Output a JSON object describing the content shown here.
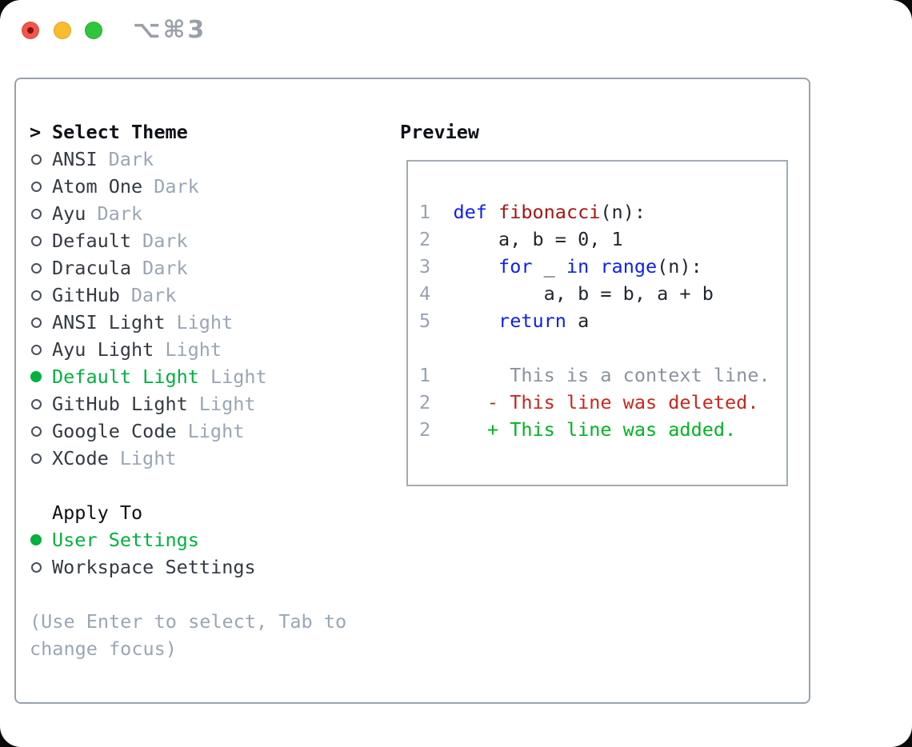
{
  "window": {
    "shortcut": "⌥⌘3",
    "traffic_lights": [
      "close",
      "minimize",
      "zoom"
    ]
  },
  "theme_selector": {
    "prompt": ">",
    "title": "Select Theme",
    "items": [
      {
        "name": "ANSI",
        "variant": "Dark",
        "selected": false
      },
      {
        "name": "Atom One",
        "variant": "Dark",
        "selected": false
      },
      {
        "name": "Ayu",
        "variant": "Dark",
        "selected": false
      },
      {
        "name": "Default",
        "variant": "Dark",
        "selected": false
      },
      {
        "name": "Dracula",
        "variant": "Dark",
        "selected": false
      },
      {
        "name": "GitHub",
        "variant": "Dark",
        "selected": false
      },
      {
        "name": "ANSI Light",
        "variant": "Light",
        "selected": false
      },
      {
        "name": "Ayu Light",
        "variant": "Light",
        "selected": false
      },
      {
        "name": "Default Light",
        "variant": "Light",
        "selected": true
      },
      {
        "name": "GitHub Light",
        "variant": "Light",
        "selected": false
      },
      {
        "name": "Google Code",
        "variant": "Light",
        "selected": false
      },
      {
        "name": "XCode",
        "variant": "Light",
        "selected": false
      }
    ],
    "apply_to": {
      "title": "Apply To",
      "options": [
        {
          "label": "User Settings",
          "selected": true
        },
        {
          "label": "Workspace Settings",
          "selected": false
        }
      ]
    },
    "help_lines": [
      "(Use Enter to select, Tab to",
      "change focus)"
    ]
  },
  "preview": {
    "title": "Preview",
    "lines": [
      {
        "segs": [
          {
            "t": "1",
            "c": "gutter_gray"
          },
          {
            "t": "  ",
            "c": "code_text"
          },
          {
            "t": "def",
            "c": "keyword_blue"
          },
          {
            "t": " ",
            "c": "code_text"
          },
          {
            "t": "fibonacci",
            "c": "function_red"
          },
          {
            "t": "(n):",
            "c": "code_text"
          }
        ]
      },
      {
        "segs": [
          {
            "t": "2",
            "c": "gutter_gray"
          },
          {
            "t": "      a, b = 0, 1",
            "c": "code_text"
          }
        ]
      },
      {
        "segs": [
          {
            "t": "3",
            "c": "gutter_gray"
          },
          {
            "t": "      ",
            "c": "code_text"
          },
          {
            "t": "for",
            "c": "keyword_blue"
          },
          {
            "t": " _ ",
            "c": "code_text"
          },
          {
            "t": "in",
            "c": "keyword_blue"
          },
          {
            "t": " ",
            "c": "code_text"
          },
          {
            "t": "range",
            "c": "keyword_blue"
          },
          {
            "t": "(n):",
            "c": "code_text"
          }
        ]
      },
      {
        "segs": [
          {
            "t": "4",
            "c": "gutter_gray"
          },
          {
            "t": "          a, b = b, a + b",
            "c": "code_text"
          }
        ]
      },
      {
        "segs": [
          {
            "t": "5",
            "c": "gutter_gray"
          },
          {
            "t": "      ",
            "c": "code_text"
          },
          {
            "t": "return",
            "c": "keyword_blue"
          },
          {
            "t": " a",
            "c": "code_text"
          }
        ]
      },
      {
        "segs": []
      },
      {
        "segs": [
          {
            "t": "1",
            "c": "gutter_gray"
          },
          {
            "t": "       ",
            "c": "code_text"
          },
          {
            "t": "This is a context line.",
            "c": "context_gray"
          }
        ]
      },
      {
        "segs": [
          {
            "t": "2",
            "c": "gutter_gray"
          },
          {
            "t": "     ",
            "c": "code_text"
          },
          {
            "t": "- This line was deleted.",
            "c": "diff_deleted"
          }
        ]
      },
      {
        "segs": [
          {
            "t": "2",
            "c": "gutter_gray"
          },
          {
            "t": "     ",
            "c": "code_text"
          },
          {
            "t": "+ This line was added.",
            "c": "diff_added"
          }
        ]
      }
    ]
  },
  "colors": {
    "accent_green": "#00b140",
    "diff_added": "#00b323",
    "diff_deleted": "#c9271e",
    "keyword_blue": "#0d1ff0",
    "function_red": "#a81414",
    "code_text": "#22272e",
    "gutter_gray": "#98a3b1",
    "context_gray": "#8b939c",
    "muted_gray": "#9aa6b4",
    "item_text": "#343a42",
    "title_text": "#0e1116",
    "border_gray": "#99a2ac",
    "preview_border": "#a3abb5",
    "radio_outline": "#4a515a",
    "traffic_red": "#f2564a",
    "traffic_red_dot": "#7d1408",
    "traffic_yellow": "#f7bd2d",
    "traffic_green": "#2fc53d",
    "shortcut_gray": "#9aa0a8"
  }
}
